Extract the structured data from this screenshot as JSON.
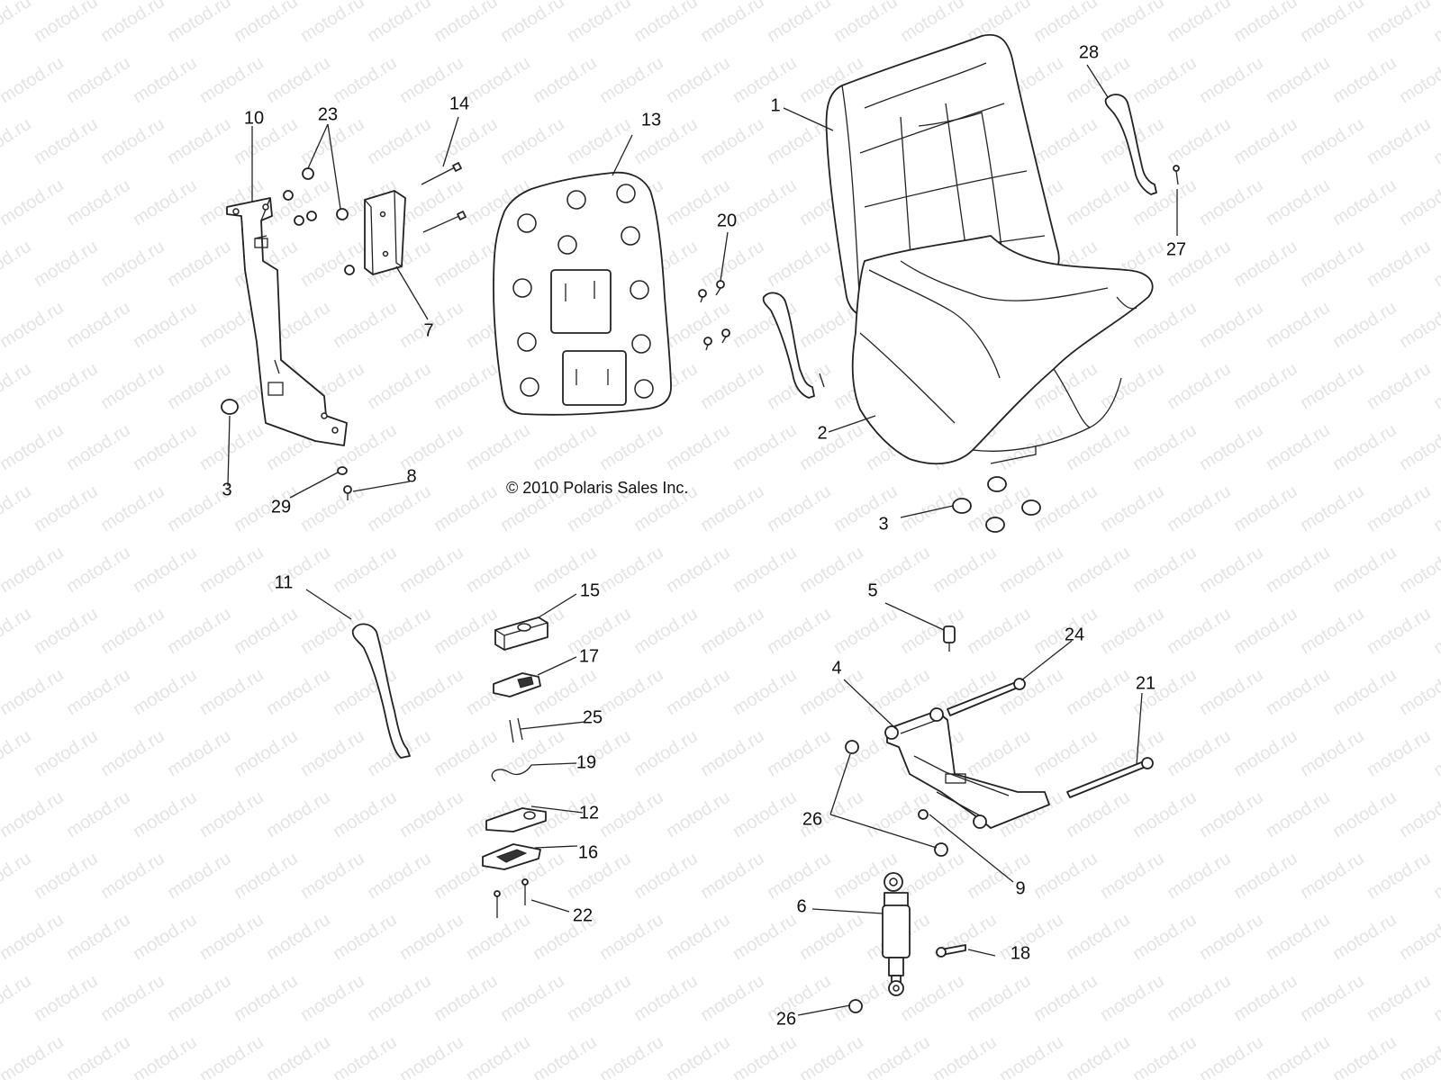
{
  "watermark": {
    "text": "motod.ru"
  },
  "copyright": "© 2010 Polaris Sales Inc.",
  "callouts": [
    {
      "id": "c1",
      "label": "1"
    },
    {
      "id": "c2",
      "label": "2"
    },
    {
      "id": "c3a",
      "label": "3"
    },
    {
      "id": "c3b",
      "label": "3"
    },
    {
      "id": "c4",
      "label": "4"
    },
    {
      "id": "c5",
      "label": "5"
    },
    {
      "id": "c6",
      "label": "6"
    },
    {
      "id": "c7",
      "label": "7"
    },
    {
      "id": "c8",
      "label": "8"
    },
    {
      "id": "c9",
      "label": "9"
    },
    {
      "id": "c10",
      "label": "10"
    },
    {
      "id": "c11",
      "label": "11"
    },
    {
      "id": "c12",
      "label": "12"
    },
    {
      "id": "c13",
      "label": "13"
    },
    {
      "id": "c14",
      "label": "14"
    },
    {
      "id": "c15",
      "label": "15"
    },
    {
      "id": "c16",
      "label": "16"
    },
    {
      "id": "c17",
      "label": "17"
    },
    {
      "id": "c18",
      "label": "18"
    },
    {
      "id": "c19",
      "label": "19"
    },
    {
      "id": "c20",
      "label": "20"
    },
    {
      "id": "c21",
      "label": "21"
    },
    {
      "id": "c22",
      "label": "22"
    },
    {
      "id": "c23",
      "label": "23"
    },
    {
      "id": "c24",
      "label": "24"
    },
    {
      "id": "c25",
      "label": "25"
    },
    {
      "id": "c26a",
      "label": "26"
    },
    {
      "id": "c26b",
      "label": "26"
    },
    {
      "id": "c27",
      "label": "27"
    },
    {
      "id": "c28",
      "label": "28"
    },
    {
      "id": "c29",
      "label": "29"
    }
  ]
}
